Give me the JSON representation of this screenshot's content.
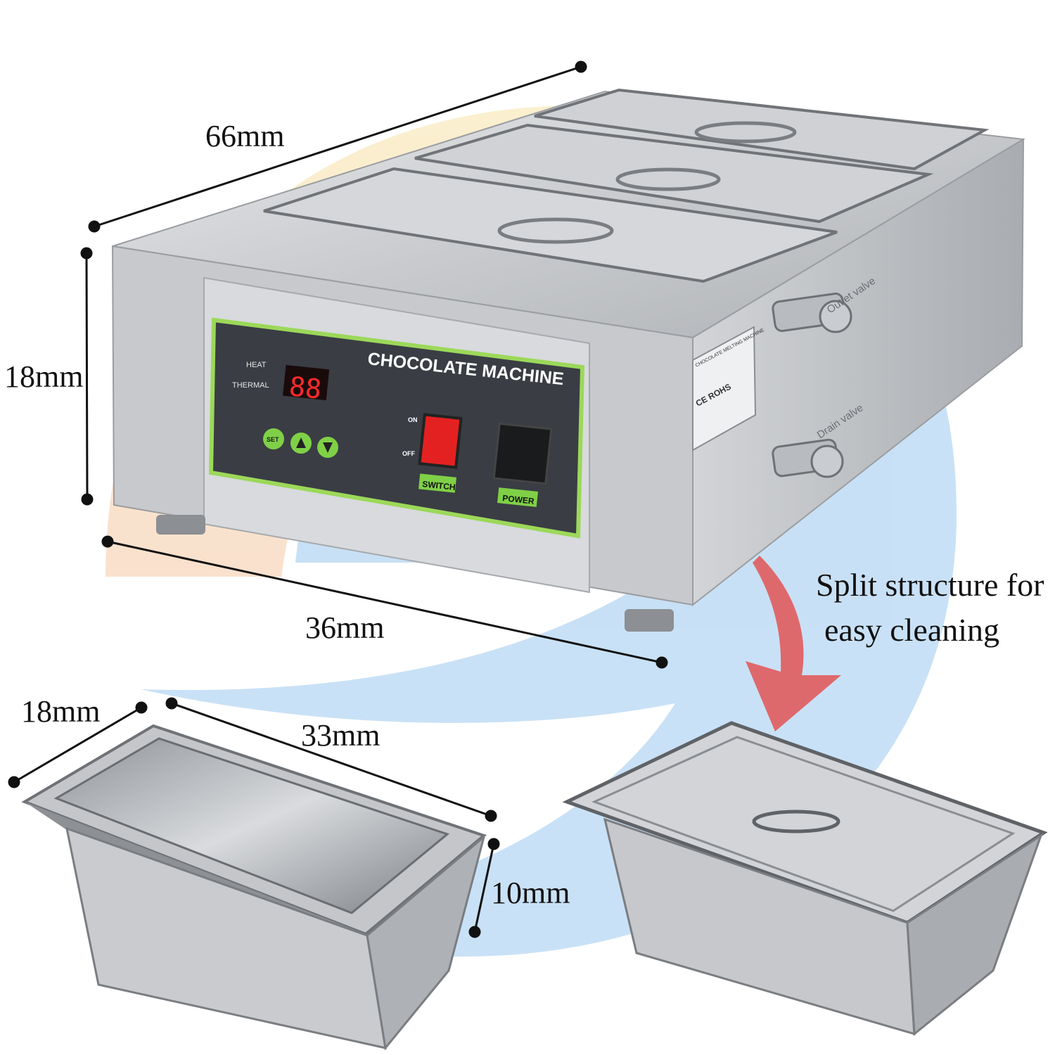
{
  "dimensions": {
    "length": "66mm",
    "height": "18mm",
    "width": "36mm",
    "pan_width": "18mm",
    "pan_length": "33mm",
    "pan_depth": "10mm"
  },
  "callout": {
    "line1": "Split structure for",
    "line2": "easy cleaning"
  },
  "control_panel": {
    "title": "CHOCOLATE MACHINE",
    "heat": "HEAT",
    "thermal": "THERMAL",
    "display": "88",
    "set": "SET",
    "on": "ON",
    "off": "OFF",
    "switch": "SWITCH",
    "power": "POWER"
  },
  "side_labels": {
    "outlet": "Outlet valve",
    "drain": "Drain valve",
    "nameplate_title": "CHOCOLATE MELTING MACHINE",
    "ce_rohs": "CE ROHS"
  }
}
